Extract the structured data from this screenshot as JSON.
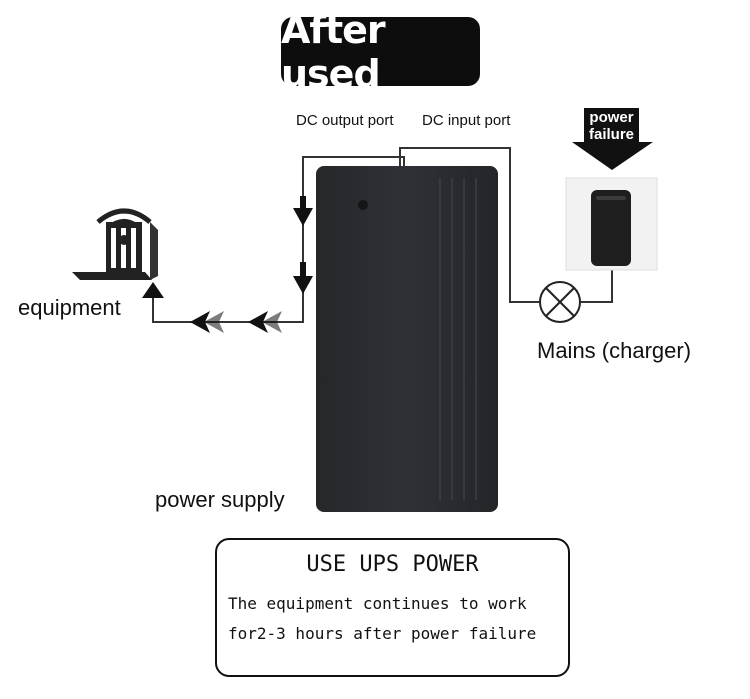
{
  "title": "After used",
  "labels": {
    "dc_output_port": "DC output port",
    "dc_input_port": "DC input port",
    "power_failure_line1": "power",
    "power_failure_line2": "failure",
    "equipment": "equipment",
    "mains": "Mains (charger)",
    "power_supply": "power supply"
  },
  "info_box": {
    "heading": "USE UPS POWER",
    "body": "The equipment continues to work for2-3 hours after power failure"
  },
  "colors": {
    "badge": "#0d0d0d",
    "device_body": "#2a2d30",
    "wire": "#333333"
  },
  "icons": {
    "equipment": "router-icon",
    "charger": "power-adapter-icon",
    "mains": "lamp-symbol-icon"
  }
}
